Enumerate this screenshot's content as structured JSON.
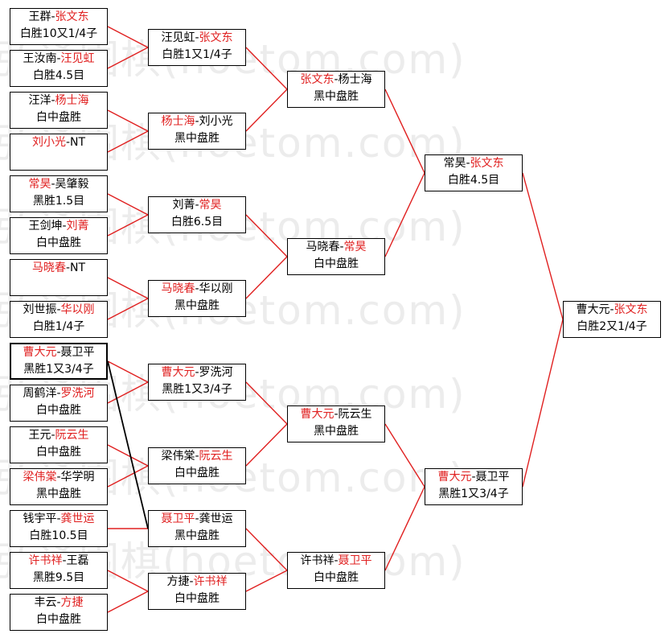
{
  "watermark": "弘通围棋(hoetom.com)",
  "colors": {
    "winner": "#e02020",
    "connector_red": "#e02020",
    "connector_black": "#000000"
  },
  "matches": [
    {
      "id": "r1-1",
      "p1": "王群",
      "p2": "张文东",
      "winner": 2,
      "result": "白胜10又1/4子"
    },
    {
      "id": "r1-2",
      "p1": "王汝南",
      "p2": "汪见虹",
      "winner": 2,
      "result": "白胜4.5目"
    },
    {
      "id": "r1-3",
      "p1": "汪洋",
      "p2": "杨士海",
      "winner": 2,
      "result": "白中盘胜"
    },
    {
      "id": "r1-4",
      "p1": "刘小光",
      "p2": "NT",
      "winner": 1,
      "result": ""
    },
    {
      "id": "r1-5",
      "p1": "常昊",
      "p2": "吴肇毅",
      "winner": 1,
      "result": "黑胜1.5目"
    },
    {
      "id": "r1-6",
      "p1": "王剑坤",
      "p2": "刘菁",
      "winner": 2,
      "result": "白中盘胜"
    },
    {
      "id": "r1-7",
      "p1": "马晓春",
      "p2": "NT",
      "winner": 1,
      "result": ""
    },
    {
      "id": "r1-8",
      "p1": "刘世振",
      "p2": "华以刚",
      "winner": 2,
      "result": "白胜1/4子"
    },
    {
      "id": "r1-9",
      "p1": "曹大元",
      "p2": "聂卫平",
      "winner": 1,
      "result": "黑胜1又3/4子",
      "bold": true
    },
    {
      "id": "r1-10",
      "p1": "周鹤洋",
      "p2": "罗洗河",
      "winner": 2,
      "result": "白中盘胜"
    },
    {
      "id": "r1-11",
      "p1": "王元",
      "p2": "阮云生",
      "winner": 2,
      "result": "白中盘胜"
    },
    {
      "id": "r1-12",
      "p1": "梁伟棠",
      "p2": "华学明",
      "winner": 1,
      "result": "黑中盘胜"
    },
    {
      "id": "r1-13",
      "p1": "钱宇平",
      "p2": "龚世运",
      "winner": 2,
      "result": "白胜10.5目"
    },
    {
      "id": "r1-14",
      "p1": "许书祥",
      "p2": "王磊",
      "winner": 1,
      "result": "黑胜9.5目"
    },
    {
      "id": "r1-15",
      "p1": "丰云",
      "p2": "方捷",
      "winner": 2,
      "result": "白中盘胜"
    },
    {
      "id": "r2-1",
      "p1": "汪见虹",
      "p2": "张文东",
      "winner": 2,
      "result": "白胜1又1/4子"
    },
    {
      "id": "r2-2",
      "p1": "杨士海",
      "p2": "刘小光",
      "winner": 1,
      "result": "黑中盘胜"
    },
    {
      "id": "r2-3",
      "p1": "刘菁",
      "p2": "常昊",
      "winner": 2,
      "result": "白胜6.5目"
    },
    {
      "id": "r2-4",
      "p1": "马晓春",
      "p2": "华以刚",
      "winner": 1,
      "result": "黑中盘胜"
    },
    {
      "id": "r2-5",
      "p1": "曹大元",
      "p2": "罗洗河",
      "winner": 1,
      "result": "黑胜1又3/4子"
    },
    {
      "id": "r2-6",
      "p1": "梁伟棠",
      "p2": "阮云生",
      "winner": 2,
      "result": "白中盘胜"
    },
    {
      "id": "r2-7",
      "p1": "聂卫平",
      "p2": "龚世运",
      "winner": 1,
      "result": "黑中盘胜"
    },
    {
      "id": "r2-8",
      "p1": "方捷",
      "p2": "许书祥",
      "winner": 2,
      "result": "白中盘胜"
    },
    {
      "id": "r3-1",
      "p1": "张文东",
      "p2": "杨士海",
      "winner": 1,
      "result": "黑中盘胜"
    },
    {
      "id": "r3-2",
      "p1": "马晓春",
      "p2": "常昊",
      "winner": 2,
      "result": "白中盘胜"
    },
    {
      "id": "r3-3",
      "p1": "曹大元",
      "p2": "阮云生",
      "winner": 1,
      "result": "黑中盘胜"
    },
    {
      "id": "r3-4",
      "p1": "许书祥",
      "p2": "聂卫平",
      "winner": 2,
      "result": "白中盘胜"
    },
    {
      "id": "r4-1",
      "p1": "常昊",
      "p2": "张文东",
      "winner": 2,
      "result": "白胜4.5目"
    },
    {
      "id": "r4-2",
      "p1": "曹大元",
      "p2": "聂卫平",
      "winner": 1,
      "result": "黑胜1又3/4子"
    },
    {
      "id": "final",
      "p1": "曹大元",
      "p2": "张文东",
      "winner": 2,
      "result": "白胜2又1/4子"
    }
  ]
}
